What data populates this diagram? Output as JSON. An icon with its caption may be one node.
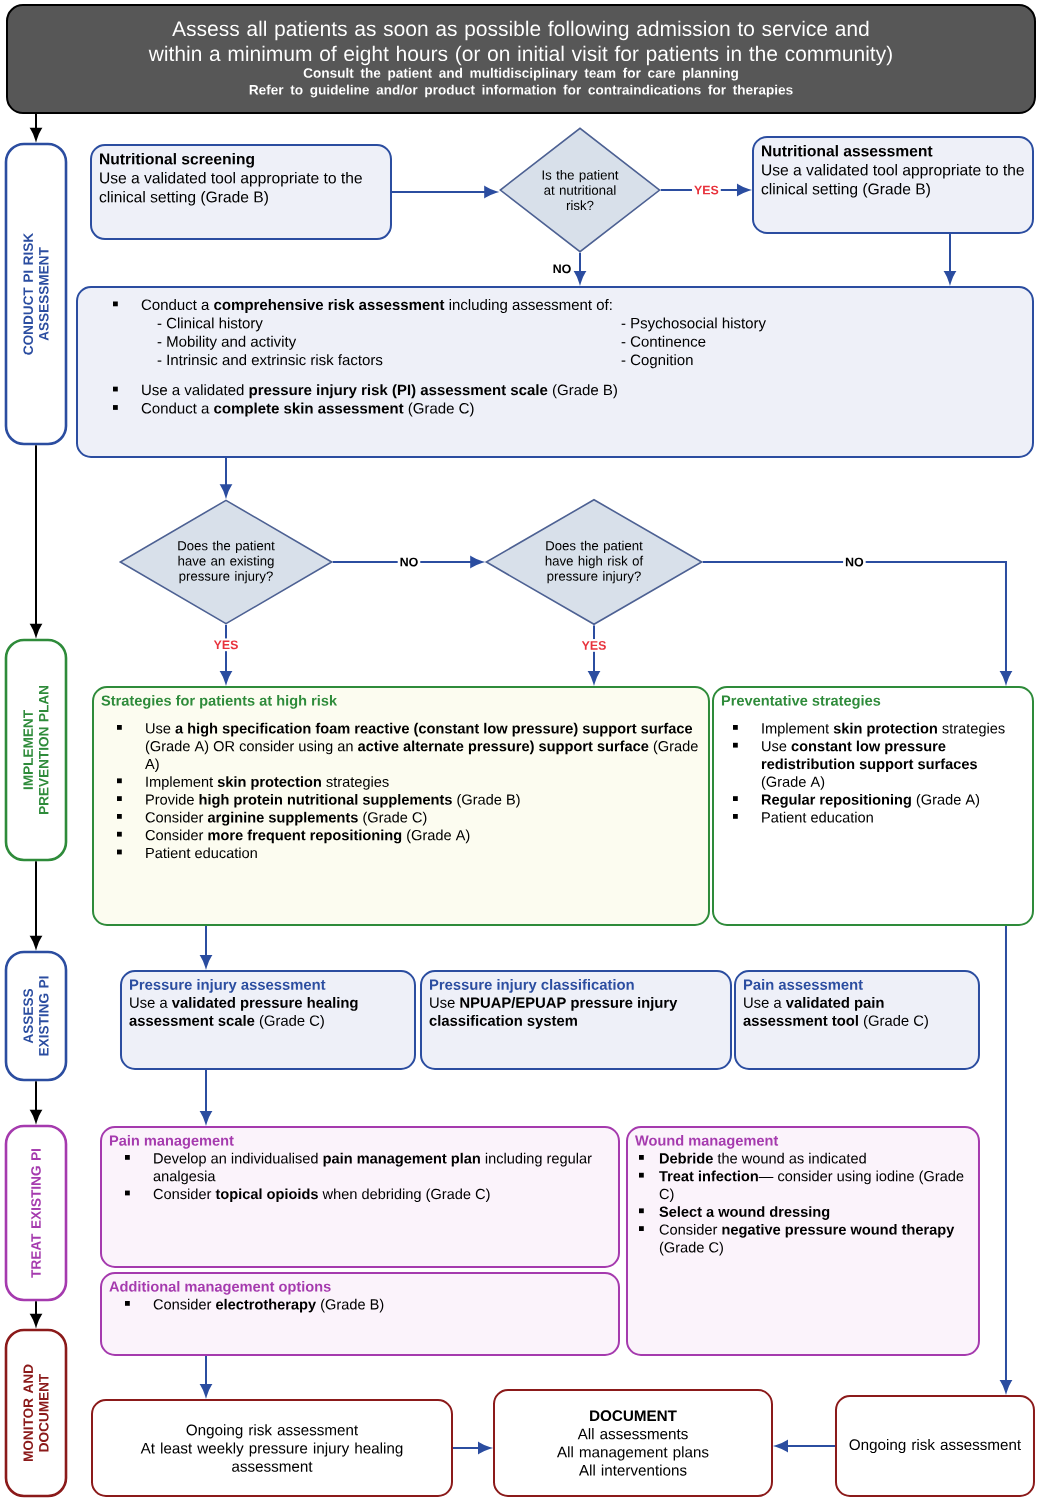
{
  "diagram": {
    "nodes": [
      {
        "text": [
          "Assess all patients as soon as possible following admission to service and within a minimum of eight hours (or on initial visit for patients in the community)",
          "Consult the patient and multidisciplinary team for care planning",
          "Refer to guideline and/or product information for contraindications for therapies"
        ]
      },
      {
        "text": [
          "CONDUCT PI RISK ASSESSMENT"
        ]
      },
      {
        "text": [
          "Nutritional screening",
          "Use a validated tool appropriate to the clinical setting (Grade B)"
        ]
      },
      {
        "text": [
          "Is the patient at nutritional risk?"
        ]
      },
      {
        "text": [
          "Nutritional assessment",
          "Use a validated tool appropriate to the clinical setting (Grade B)"
        ]
      },
      {
        "text": [
          "Conduct a **comprehensive risk assessment** including assessment of:",
          "- Clinical history",
          "- Mobility and activity",
          "- Intrinsic and extrinsic risk factors",
          "- Psychosocial history",
          "- Continence",
          "- Cognition",
          "Use a validated **pressure injury risk (PI) assessment scale** (Grade B)",
          "Conduct a **complete skin assessment** (Grade C)"
        ]
      },
      {
        "text": [
          "IMPLEMENT PREVENTION PLAN"
        ]
      },
      {
        "text": [
          "Does the patient have an existing pressure injury?"
        ]
      },
      {
        "text": [
          "Does the patient have high risk of pressure injury?"
        ]
      },
      {
        "text": [
          "Strategies for patients at high risk",
          "Use **a high specification foam reactive (constant low pressure) support surface** (Grade A) OR consider using an **active alternate pressure) support surface** (Grade A)",
          "Implement **skin protection** strategies",
          "Provide **high protein nutritional supplements** (Grade B)",
          "Consider **arginine supplements** (Grade C)",
          "Consider **more frequent repositioning** (Grade A)",
          "Patient education"
        ]
      },
      {
        "text": [
          "Preventative strategies",
          "Implement **skin protection** strategies",
          "Use **constant low pressure redistribution support surfaces** (Grade A)",
          "**Regular repositioning** (Grade A)",
          "Patient education"
        ]
      },
      {
        "text": [
          "ASSESS EXISTING PI"
        ]
      },
      {
        "text": [
          "Pressure injury assessment",
          "Use a **validated pressure healing assessment scale** (Grade C)"
        ]
      },
      {
        "text": [
          "Pressure injury classification",
          "Use **NPUAP/EPUAP pressure injury classification system**"
        ]
      },
      {
        "text": [
          "Pain assessment",
          "Use a **validated pain assessment tool** (Grade C)"
        ]
      },
      {
        "text": [
          "TREAT EXISTING PI"
        ]
      },
      {
        "text": [
          "Pain management",
          "Develop an individualised **pain management plan** including regular analgesia",
          "Consider **topical opioids** when debriding (Grade C)"
        ]
      },
      {
        "text": [
          "Additional management options",
          "Consider **electrotherapy** (Grade B)"
        ]
      },
      {
        "text": [
          "Wound management",
          "**Debride** the wound as indicated",
          "**Treat infection**— consider using iodine (Grade C)",
          "Select a wound dressing",
          "Consider **negative pressure wound therapy** (Grade C)"
        ]
      },
      {
        "text": [
          "MONITOR AND DOCUMENT"
        ]
      },
      {
        "text": [
          "Ongoing risk assessment",
          "At least weekly pressure injury healing assessment"
        ]
      },
      {
        "text": [
          "DOCUMENT",
          "All assessments",
          "All management plans",
          "All interventions"
        ]
      },
      {
        "text": [
          "Ongoing risk assessment"
        ]
      }
    ],
    "edges": [
      {
        "from": 2,
        "to": 3,
        "arrow": "to"
      },
      {
        "from": 3,
        "to": 4,
        "arrow": "to",
        "label": "YES"
      },
      {
        "from": 3,
        "to": 5,
        "arrow": "to",
        "label": "NO"
      },
      {
        "from": 4,
        "to": 5,
        "arrow": "to"
      },
      {
        "from": 5,
        "to": 7,
        "arrow": "to"
      },
      {
        "from": 7,
        "to": 8,
        "arrow": "to",
        "label": "NO"
      },
      {
        "from": 8,
        "to": 10,
        "arrow": "to",
        "label": "NO"
      },
      {
        "from": 7,
        "to": 9,
        "arrow": "to",
        "label": "YES"
      },
      {
        "from": 8,
        "to": 9,
        "arrow": "to",
        "label": "YES"
      },
      {
        "from": 9,
        "to": 12,
        "arrow": "to"
      },
      {
        "from": 10,
        "to": 22,
        "arrow": "to"
      },
      {
        "from": 12,
        "to": 16,
        "arrow": "to"
      },
      {
        "from": 17,
        "to": 20,
        "arrow": "to"
      },
      {
        "from": 20,
        "to": 21,
        "arrow": "to"
      },
      {
        "from": 22,
        "to": 21,
        "arrow": "to"
      },
      {
        "from": 0,
        "to": 1,
        "arrow": "to",
        "color": "#000000"
      },
      {
        "from": 1,
        "to": 6,
        "arrow": "to",
        "color": "#000000"
      },
      {
        "from": 6,
        "to": 11,
        "arrow": "to",
        "color": "#000000"
      },
      {
        "from": 11,
        "to": 15,
        "arrow": "to",
        "color": "#000000"
      },
      {
        "from": 15,
        "to": 19,
        "arrow": "to",
        "color": "#000000"
      }
    ]
  }
}
